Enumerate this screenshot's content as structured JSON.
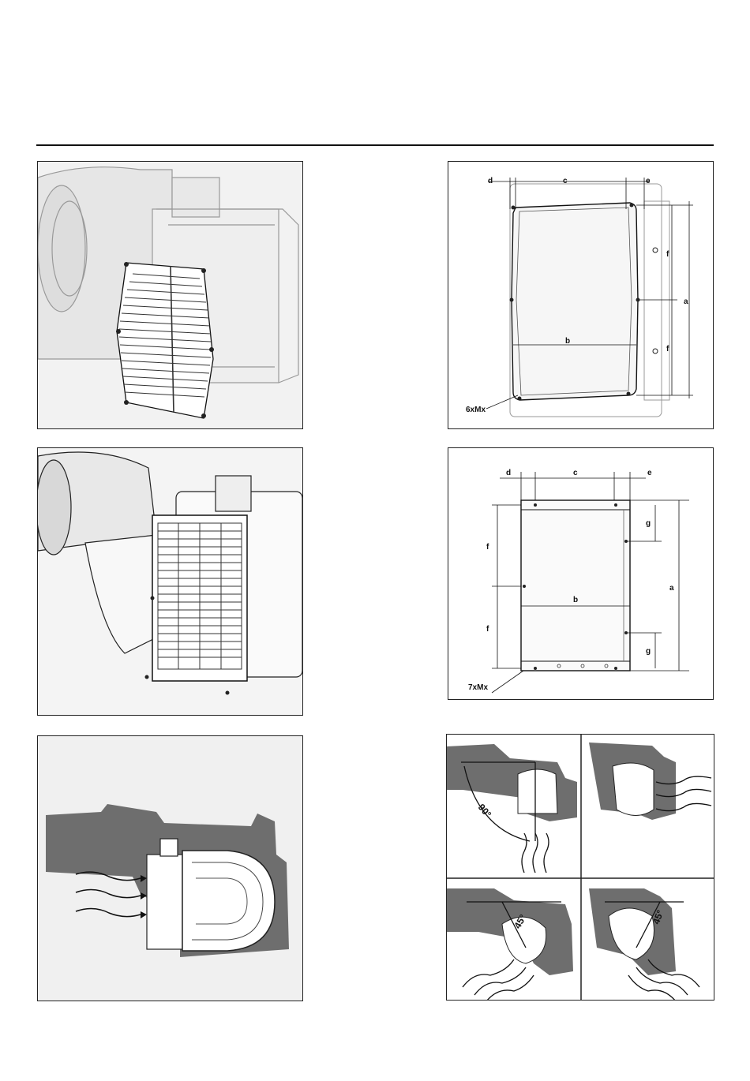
{
  "panel_top_right": {
    "dim_labels": {
      "d": "d",
      "c": "c",
      "e": "e",
      "f_upper": "f",
      "f_lower": "f",
      "a": "a",
      "b": "b"
    },
    "screw_label": "6xMx"
  },
  "panel_middle_right": {
    "dim_labels": {
      "d": "d",
      "c": "c",
      "e": "e",
      "f_upper": "f",
      "f_lower": "f",
      "g_upper": "g",
      "g_lower": "g",
      "a": "a",
      "b": "b"
    },
    "screw_label": "7xMx"
  },
  "panel_bottom_right": {
    "angles": {
      "top_left": "90°",
      "bottom_left": "45°",
      "bottom_right": "45°"
    }
  },
  "colors": {
    "body_grey": "#6e6e6e",
    "line": "#111111"
  }
}
